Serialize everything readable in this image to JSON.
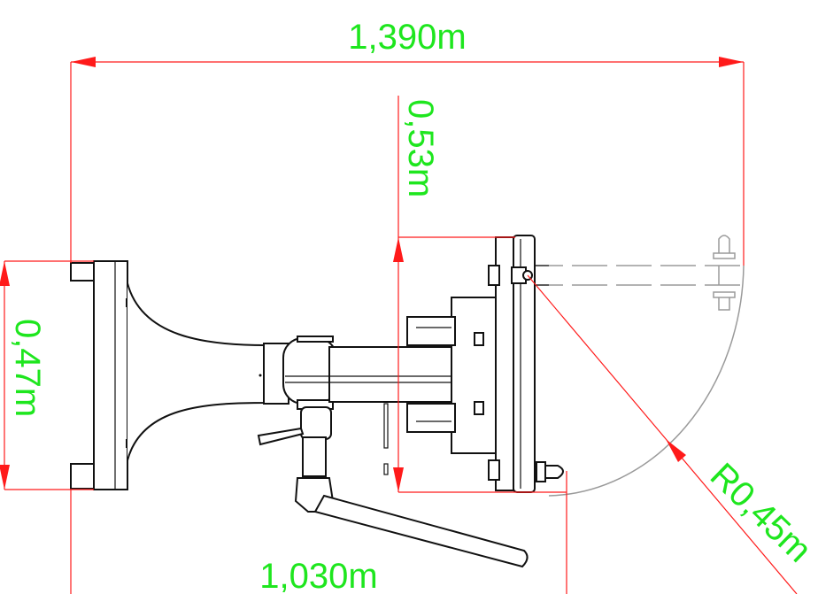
{
  "dimensions": {
    "overall_width": "1,390m",
    "bracket_offset": "0,53m",
    "base_height": "0,47m",
    "base_to_clamp": "1,030m",
    "swing_radius": "R0,45m"
  },
  "colors": {
    "dimension_line": "#ff1a1a",
    "dimension_text": "#1ee61e",
    "part_outline": "#111111",
    "ghost_outline": "#9a9a9a"
  }
}
